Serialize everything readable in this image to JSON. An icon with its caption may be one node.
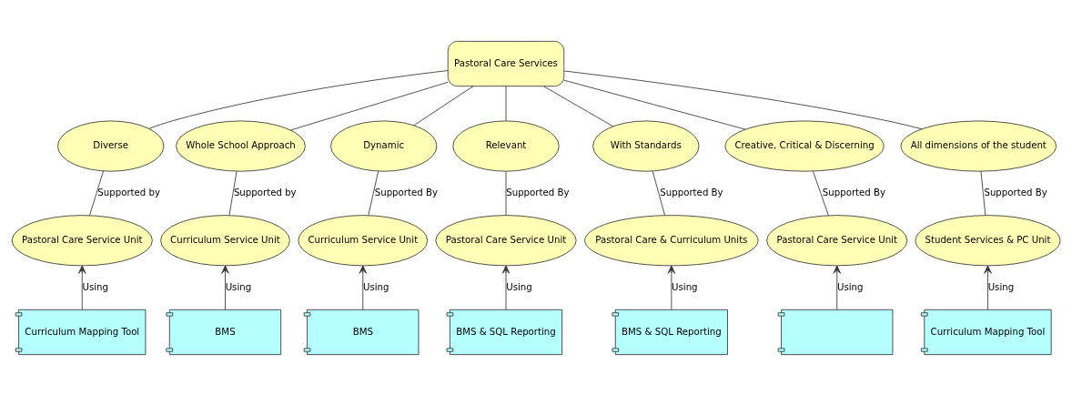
{
  "diagram": {
    "nodes": [
      {
        "text": [
          "Pastoral Care Services"
        ]
      },
      {
        "text": [
          "Diverse"
        ]
      },
      {
        "text": [
          "Whole School Approach"
        ]
      },
      {
        "text": [
          "Dynamic"
        ]
      },
      {
        "text": [
          "Relevant"
        ]
      },
      {
        "text": [
          "With Standards"
        ]
      },
      {
        "text": [
          "Creative, Critical & Discerning"
        ]
      },
      {
        "text": [
          "All dimensions of the student"
        ]
      },
      {
        "text": [
          "Pastoral Care Service Unit"
        ]
      },
      {
        "text": [
          "Curriculum Service Unit"
        ]
      },
      {
        "text": [
          "Curriculum Service Unit"
        ]
      },
      {
        "text": [
          "Pastoral Care Service Unit"
        ]
      },
      {
        "text": [
          "Pastoral Care & Curriculum Units"
        ]
      },
      {
        "text": [
          "Pastoral Care Service Unit"
        ]
      },
      {
        "text": [
          "Student Services & PC Unit"
        ]
      },
      {
        "text": [
          "Curriculum Mapping Tool"
        ]
      },
      {
        "text": [
          "BMS"
        ]
      },
      {
        "text": [
          "BMS"
        ]
      },
      {
        "text": [
          "BMS & SQL Reporting"
        ]
      },
      {
        "text": [
          "BMS & SQL Reporting"
        ]
      },
      {
        "text": [],
        "shape": "box"
      },
      {
        "text": [
          "Curriculum Mapping Tool"
        ]
      }
    ],
    "edges": [
      {
        "from": 0,
        "to": 1,
        "arrow": "none"
      },
      {
        "from": 0,
        "to": 2,
        "arrow": "none"
      },
      {
        "from": 0,
        "to": 3,
        "arrow": "none"
      },
      {
        "from": 0,
        "to": 4,
        "arrow": "none"
      },
      {
        "from": 0,
        "to": 5,
        "arrow": "none"
      },
      {
        "from": 0,
        "to": 6,
        "arrow": "none"
      },
      {
        "from": 0,
        "to": 7,
        "arrow": "none"
      },
      {
        "from": 1,
        "to": 8,
        "arrow": "none",
        "label": "Supported by"
      },
      {
        "from": 2,
        "to": 9,
        "arrow": "none",
        "label": "Supported by"
      },
      {
        "from": 3,
        "to": 10,
        "arrow": "none",
        "label": "Supported By"
      },
      {
        "from": 4,
        "to": 11,
        "arrow": "none",
        "label": "Supported By"
      },
      {
        "from": 5,
        "to": 12,
        "arrow": "none",
        "label": "Supported By"
      },
      {
        "from": 6,
        "to": 13,
        "arrow": "none",
        "label": "Supported By"
      },
      {
        "from": 7,
        "to": 14,
        "arrow": "none",
        "label": "Supported By"
      },
      {
        "from": 15,
        "to": 8,
        "arrow": "to",
        "label": "Using"
      },
      {
        "from": 16,
        "to": 9,
        "arrow": "to",
        "label": "Using"
      },
      {
        "from": 17,
        "to": 10,
        "arrow": "to",
        "label": "Using"
      },
      {
        "from": 18,
        "to": 11,
        "arrow": "to",
        "label": "Using"
      },
      {
        "from": 19,
        "to": 12,
        "arrow": "to",
        "label": "Using"
      },
      {
        "from": 20,
        "to": 13,
        "arrow": "to",
        "label": "Using"
      },
      {
        "from": 21,
        "to": 14,
        "arrow": "to",
        "label": "Using"
      }
    ]
  }
}
